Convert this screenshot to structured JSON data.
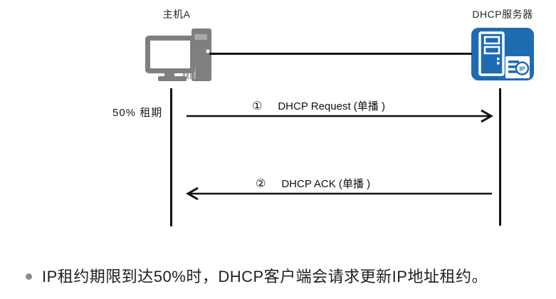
{
  "diagram": {
    "host": {
      "label": "主机A"
    },
    "server": {
      "label": "DHCP服务器",
      "badge": "IP"
    },
    "lease_label": "50% 租期",
    "messages": [
      {
        "marker": "①",
        "text": "DHCP Request (单播 )",
        "direction": "right"
      },
      {
        "marker": "②",
        "text": "DHCP ACK (单播 )",
        "direction": "left"
      }
    ]
  },
  "note": {
    "bullet_text": "IP租约期限到达50%时，DHCP客户端会请求更新IP地址租约。"
  },
  "colors": {
    "server_blue": "#1E6BB2",
    "host_gray": "#7F7F7F",
    "line_black": "#111111"
  }
}
